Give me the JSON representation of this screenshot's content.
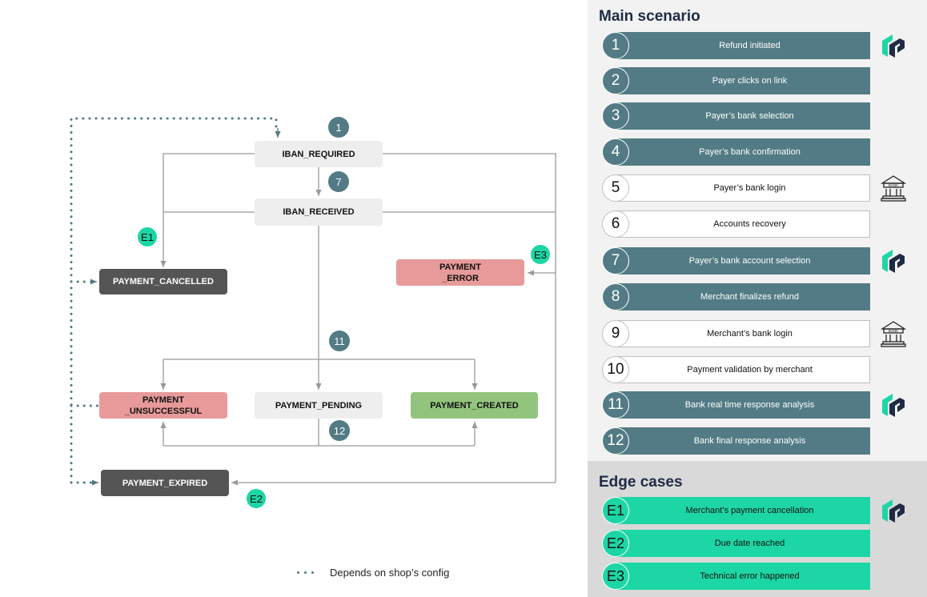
{
  "states": {
    "iban_required": "IBAN_REQUIRED",
    "iban_received": "IBAN_RECEIVED",
    "payment_cancelled": "PAYMENT_CANCELLED",
    "payment_error": "PAYMENT\n_ERROR",
    "payment_unsuccessful": "PAYMENT\n_UNSUCCESSFUL",
    "payment_pending": "PAYMENT_PENDING",
    "payment_created": "PAYMENT_CREATED",
    "payment_expired": "PAYMENT_EXPIRED"
  },
  "badges": {
    "b1": "1",
    "b7": "7",
    "b11": "11",
    "b12": "12",
    "e1": "E1",
    "e2": "E2",
    "e3": "E3"
  },
  "legend": {
    "text": "Depends on shop’s config"
  },
  "main_scenario": {
    "title": "Main scenario",
    "steps": [
      {
        "num": "1",
        "label": "Refund initiated",
        "style": "dark",
        "icon": "provider-logo-icon"
      },
      {
        "num": "2",
        "label": "Payer clicks on link",
        "style": "dark"
      },
      {
        "num": "3",
        "label": "Payer’s bank selection",
        "style": "dark"
      },
      {
        "num": "4",
        "label": "Payer’s bank confirmation",
        "style": "dark"
      },
      {
        "num": "5",
        "label": "Payer’s bank login",
        "style": "light",
        "icon": "bank-icon"
      },
      {
        "num": "6",
        "label": "Accounts recovery",
        "style": "light"
      },
      {
        "num": "7",
        "label": "Payer’s bank account selection",
        "style": "dark",
        "icon": "provider-logo-icon"
      },
      {
        "num": "8",
        "label": "Merchant finalizes refund",
        "style": "dark"
      },
      {
        "num": "9",
        "label": "Merchant’s bank login",
        "style": "light",
        "icon": "bank-icon"
      },
      {
        "num": "10",
        "label": "Payment validation by merchant",
        "style": "light"
      },
      {
        "num": "11",
        "label": "Bank real time response analysis",
        "style": "dark",
        "icon": "provider-logo-icon"
      },
      {
        "num": "12",
        "label": "Bank final response analysis",
        "style": "dark"
      }
    ]
  },
  "edge_cases": {
    "title": "Edge cases",
    "steps": [
      {
        "num": "E1",
        "label": "Merchant’s payment cancellation",
        "style": "edge",
        "icon": "provider-logo-icon"
      },
      {
        "num": "E2",
        "label": "Due date reached",
        "style": "edge"
      },
      {
        "num": "E3",
        "label": "Technical error happened",
        "style": "edge"
      }
    ]
  },
  "colors": {
    "dark_step": "#527b85",
    "edge_step": "#1dd6a5",
    "error_state": "#e89a9a",
    "created_state": "#93c47d",
    "terminal_state": "#555555",
    "title_text": "#1f2a44"
  }
}
